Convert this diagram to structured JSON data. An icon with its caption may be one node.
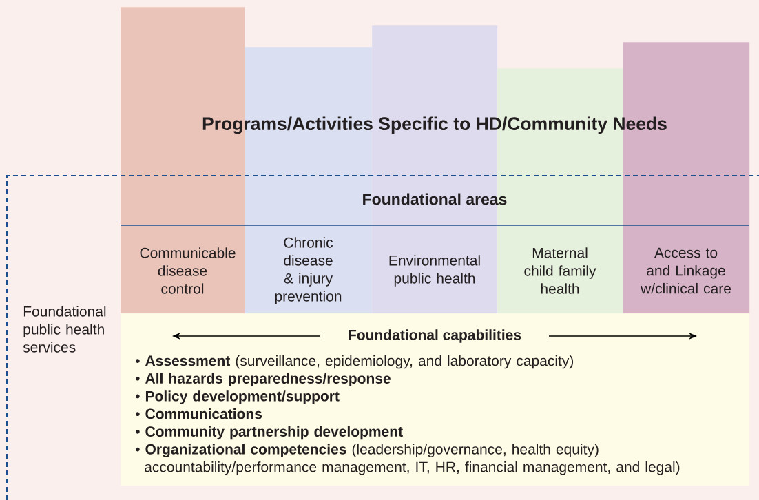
{
  "diagram": {
    "nodes": [
      {
        "text": [
          "Foundational public health services"
        ]
      },
      {
        "text": [
          "Communicable disease control"
        ]
      },
      {
        "text": [
          "Chronic disease & injury prevention"
        ]
      },
      {
        "text": [
          "Environmental public health"
        ]
      },
      {
        "text": [
          "Maternal child family health"
        ]
      },
      {
        "text": [
          "Access to and Linkage w/clinical care"
        ]
      },
      {
        "text": [
          "Foundational capabilities",
          "• **Assessment** (surveillance, epidemiology, and laboratory capacity)",
          "• **All hazards preparedness/response**",
          "• **Policy development/support**",
          "• **Communications**",
          "• **Community partnership development**",
          "• **Organizational competencies** (leadership/governance, health equity) accountability/performance management, IT, HR, financial management, and legal)"
        ],
        "in": 0
      }
    ],
    "labels": [
      "Programs/Activities Specific to HD/Community Needs",
      "Foundational areas"
    ]
  }
}
